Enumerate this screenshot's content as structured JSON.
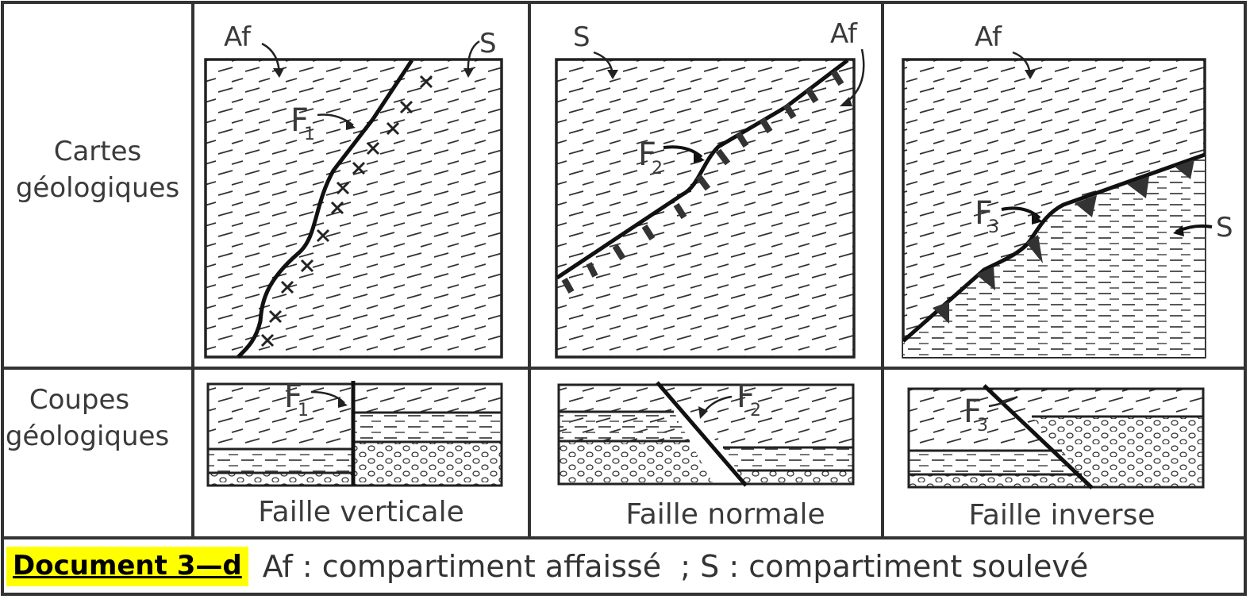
{
  "rows": {
    "maps_label": [
      "Cartes",
      "géologiques"
    ],
    "sections_label": [
      "Coupes",
      "géologiques"
    ]
  },
  "columns": [
    {
      "caption": "Faille verticale",
      "map": {
        "left": "Af",
        "right": "S",
        "fault": "F",
        "sub": "1"
      },
      "section": {
        "fault": "F",
        "sub": "1"
      }
    },
    {
      "caption": "Faille normale",
      "map": {
        "left": "S",
        "right": "Af",
        "fault": "F",
        "sub": "2"
      },
      "section": {
        "fault": "F",
        "sub": "2"
      }
    },
    {
      "caption": "Faille inverse",
      "map": {
        "left": "Af",
        "right": "S",
        "fault": "F",
        "sub": "3"
      },
      "section": {
        "fault": "F",
        "sub": "3"
      }
    }
  ],
  "legend": {
    "document_label": "Document 3—d",
    "text": "Af : compartiment affaissé  ; S : compartiment soulevé"
  }
}
